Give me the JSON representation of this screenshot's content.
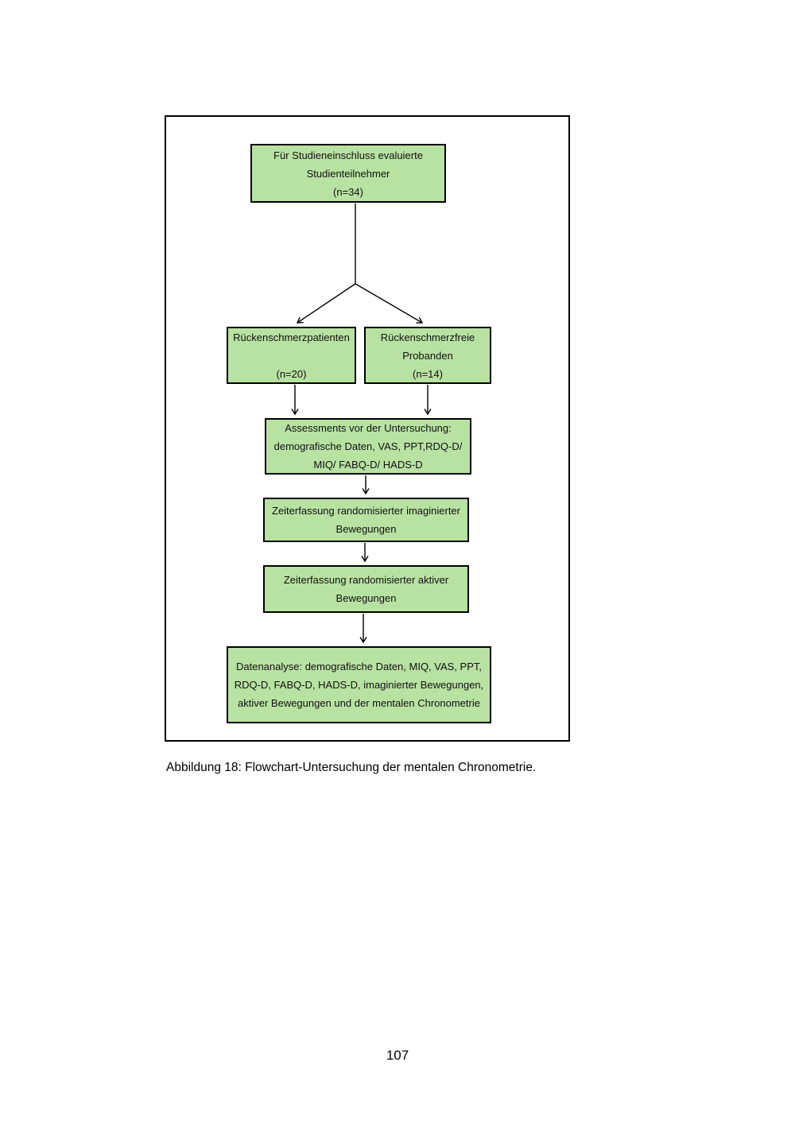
{
  "colors": {
    "node_fill": "#b8e2a2",
    "node_border": "#000000",
    "frame_border": "#000000",
    "text": "#111111"
  },
  "flowchart": {
    "nodes": {
      "evaluated": {
        "lines": [
          "Für Studieneinschluss evaluierte",
          "Studienteilnehmer",
          "(n=34)"
        ]
      },
      "patients": {
        "lines": [
          "Rückenschmerzpatienten",
          "",
          "(n=20)"
        ]
      },
      "controls": {
        "lines": [
          "Rückenschmerzfreie",
          "Probanden",
          "(n=14)"
        ]
      },
      "assessments": {
        "lines": [
          "Assessments vor der Untersuchung:",
          "demografische Daten, VAS, PPT,RDQ-D/",
          "MIQ/ FABQ-D/ HADS-D"
        ]
      },
      "imagined": {
        "lines": [
          "Zeiterfassung randomisierter imaginierter",
          "Bewegungen"
        ]
      },
      "active": {
        "lines": [
          "Zeiterfassung randomisierter aktiver",
          "Bewegungen"
        ]
      },
      "analysis": {
        "lines": [
          "Datenanalyse: demografische Daten, MIQ, VAS, PPT,",
          "RDQ-D, FABQ-D, HADS-D, imaginierter Bewegungen,",
          "aktiver Bewegungen und der mentalen Chronometrie"
        ]
      }
    }
  },
  "caption": "Abbildung 18: Flowchart-Untersuchung der mentalen Chronometrie.",
  "page_number": "107"
}
